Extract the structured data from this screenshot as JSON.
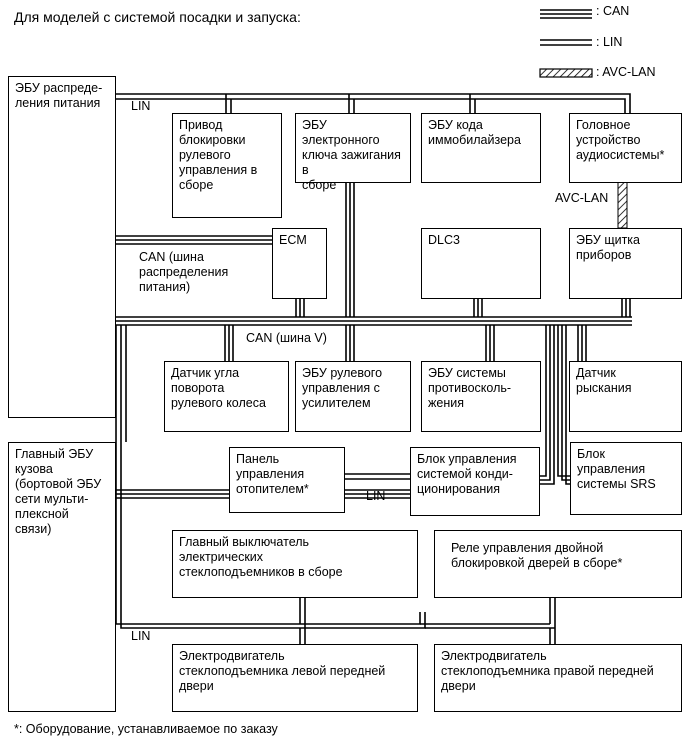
{
  "title": "Для моделей с системой посадки и запуска:",
  "legend": {
    "can": ": CAN",
    "lin": ": LIN",
    "avc": ": AVC-LAN"
  },
  "boxes": {
    "ecu_power": "ЭБУ распреде-\nления питания",
    "steering_lock": "Привод\nблокировки\nрулевого\nуправления в\nсборе",
    "ignition_ecu": "ЭБУ электронного\nключа зажигания в\nсборе",
    "immobilizer": "ЭБУ кода\nиммобилайзера",
    "audio": "Головное\nустройство\nаудиосистемы*",
    "ecm": "ECM",
    "dlc3": "DLC3",
    "meter": "ЭБУ щитка\nприборов",
    "steer_angle": "Датчик угла\nповорота\nрулевого колеса",
    "eps": "ЭБУ рулевого\nуправления с\nусилителем",
    "skid": "ЭБУ системы\nпротивосколь-\nжения",
    "yaw": "Датчик\nрыскания",
    "body_ecu": "Главный ЭБУ\nкузова\n(бортовой ЭБУ\nсети мульти-\nплексной\nсвязи)",
    "heater_panel": "Панель\nуправления\nотопителем*",
    "ac_ctrl": "Блок управления\nсистемой конди-\nционирования",
    "srs": "Блок\nуправления\nсистемы SRS",
    "window_master": "Главный выключатель\nэлектрических\nстеклоподъемников в сборе",
    "door_lock_relay": "Реле управления двойной\nблокировкой дверей в сборе*",
    "motor_left": "Электродвигатель\nстеклоподъемника левой передней\nдвери",
    "motor_right": "Электродвигатель\nстеклоподъемника правой передней\nдвери"
  },
  "labels": {
    "lin_top": "LIN",
    "can_power_bus": "CAN (шина\nраспределения\nпитания)",
    "can_v_bus": "CAN (шина V)",
    "avc_lan": "AVC-LAN",
    "lin_mid": "LIN",
    "lin_bottom": "LIN"
  },
  "footnote": "*: Оборудование, устанавливаемое по заказу"
}
